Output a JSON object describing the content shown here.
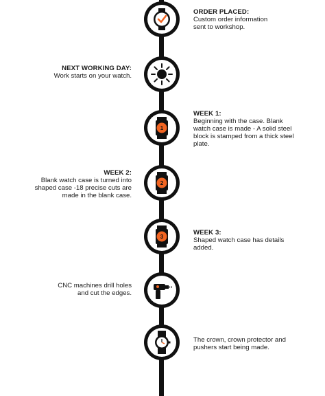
{
  "colors": {
    "line": "#111111",
    "orange": "#f26522",
    "white": "#ffffff"
  },
  "steps": [
    {
      "icon": "clock-checkmark-icon",
      "heading": "ORDER PLACED:",
      "text": [
        "Custom order information",
        "sent to workshop."
      ]
    },
    {
      "icon": "sun-icon",
      "heading": "NEXT WORKING DAY:",
      "text": [
        "Work starts on your watch."
      ]
    },
    {
      "icon": "watch-case-week-1-icon",
      "badge": "1",
      "heading": "WEEK 1:",
      "text": [
        "Beginning with the case. Blank",
        "watch case is made - A solid steel",
        "block is stamped from a thick steel",
        "plate."
      ]
    },
    {
      "icon": "watch-case-week-2-icon",
      "badge": "2",
      "heading": "WEEK 2:",
      "text": [
        "Blank watch case is turned into",
        "shaped case -18 precise cuts are",
        "made in the blank case."
      ]
    },
    {
      "icon": "watch-case-week-3-icon",
      "badge": "3",
      "heading": "WEEK 3:",
      "text": [
        "Shaped watch case has details",
        "added."
      ]
    },
    {
      "icon": "cnc-drill-icon",
      "heading": "",
      "text": [
        "CNC machines drill holes",
        "and cut the edges."
      ]
    },
    {
      "icon": "wristwatch-icon",
      "heading": "",
      "text": [
        "The crown, crown protector and",
        "pushers start being made."
      ]
    }
  ]
}
